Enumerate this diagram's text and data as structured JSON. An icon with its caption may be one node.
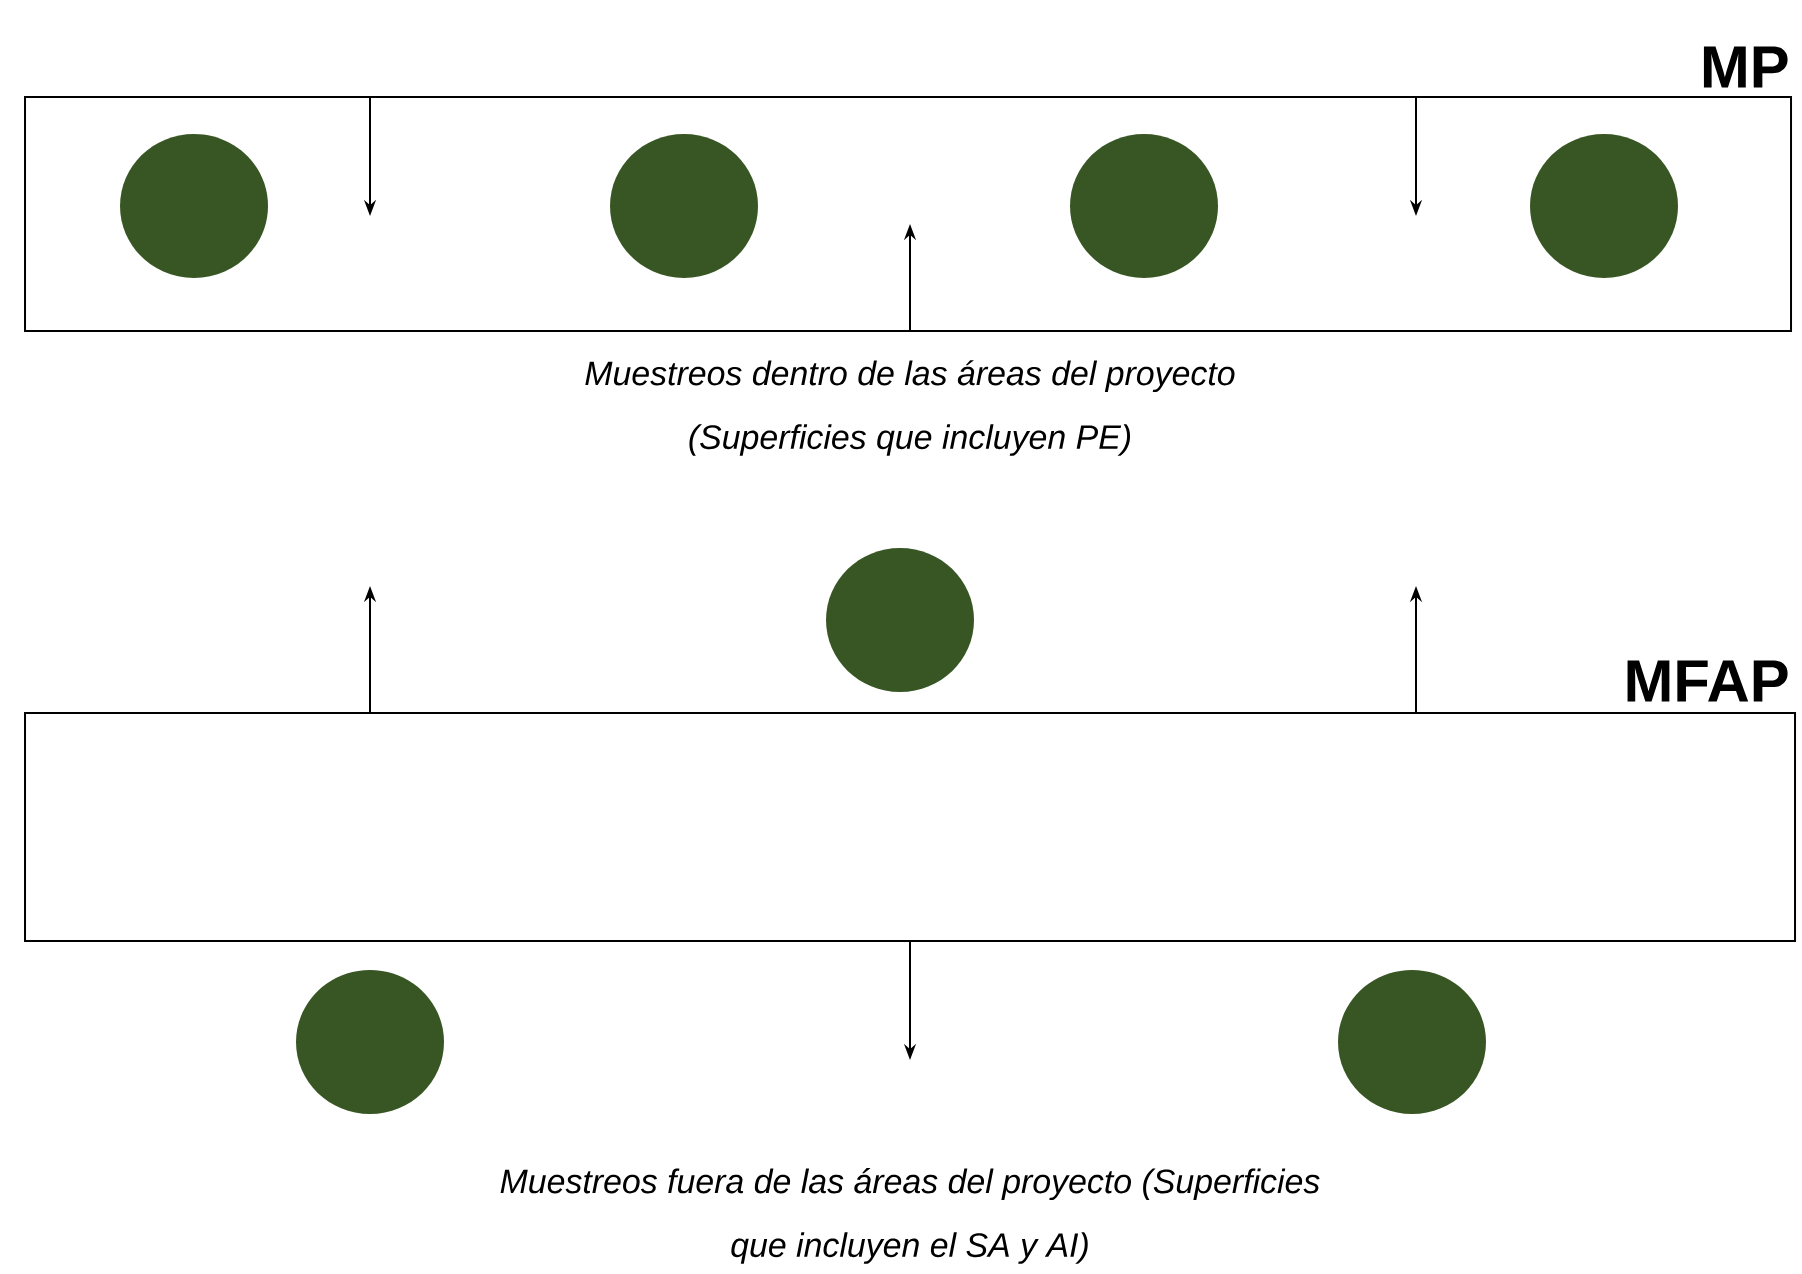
{
  "diagram": {
    "nodes": [
      {
        "text": [
          "MP"
        ]
      },
      {
        "text": [],
        "shape": "circle",
        "in": 0
      },
      {
        "text": [],
        "shape": "circle",
        "in": 0
      },
      {
        "text": [],
        "shape": "circle",
        "in": 0
      },
      {
        "text": [],
        "shape": "circle",
        "in": 0
      },
      {
        "text": [],
        "shape": "circle"
      },
      {
        "text": [
          "MFAP"
        ]
      },
      {
        "text": [],
        "shape": "circle"
      },
      {
        "text": [],
        "shape": "circle"
      }
    ],
    "edges": [
      {
        "from": 0,
        "to": null,
        "arrow": "to"
      },
      {
        "from": 0,
        "to": null,
        "arrow": "to"
      },
      {
        "from": 0,
        "to": null,
        "arrow": "to"
      },
      {
        "from": 6,
        "to": null,
        "arrow": "to"
      },
      {
        "from": 6,
        "to": null,
        "arrow": "to"
      },
      {
        "from": 6,
        "to": null,
        "arrow": "to"
      }
    ],
    "labels": [
      "Muestreos dentro de las áreas del proyecto (Superficies que incluyen PE)",
      "Muestreos fuera de las áreas del proyecto (Superficies que incluyen el SA y AI)"
    ]
  }
}
